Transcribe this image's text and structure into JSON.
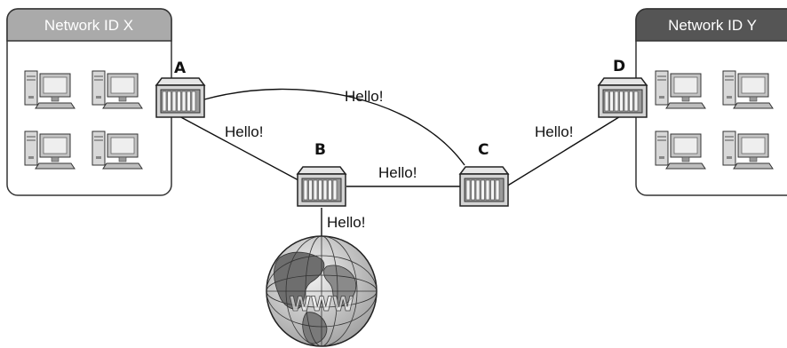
{
  "networks": {
    "x": {
      "title": "Network ID X",
      "header_color": "#aaaaaa"
    },
    "y": {
      "title": "Network ID Y",
      "header_color": "#555555"
    }
  },
  "routers": {
    "a": {
      "label": "A"
    },
    "b": {
      "label": "B"
    },
    "c": {
      "label": "C"
    },
    "d": {
      "label": "D"
    }
  },
  "links": {
    "a_c": {
      "label": "Hello!"
    },
    "a_b": {
      "label": "Hello!"
    },
    "b_c": {
      "label": "Hello!"
    },
    "c_d": {
      "label": "Hello!"
    },
    "b_www": {
      "label": "Hello!"
    }
  },
  "internet": {
    "label": "WWW"
  }
}
